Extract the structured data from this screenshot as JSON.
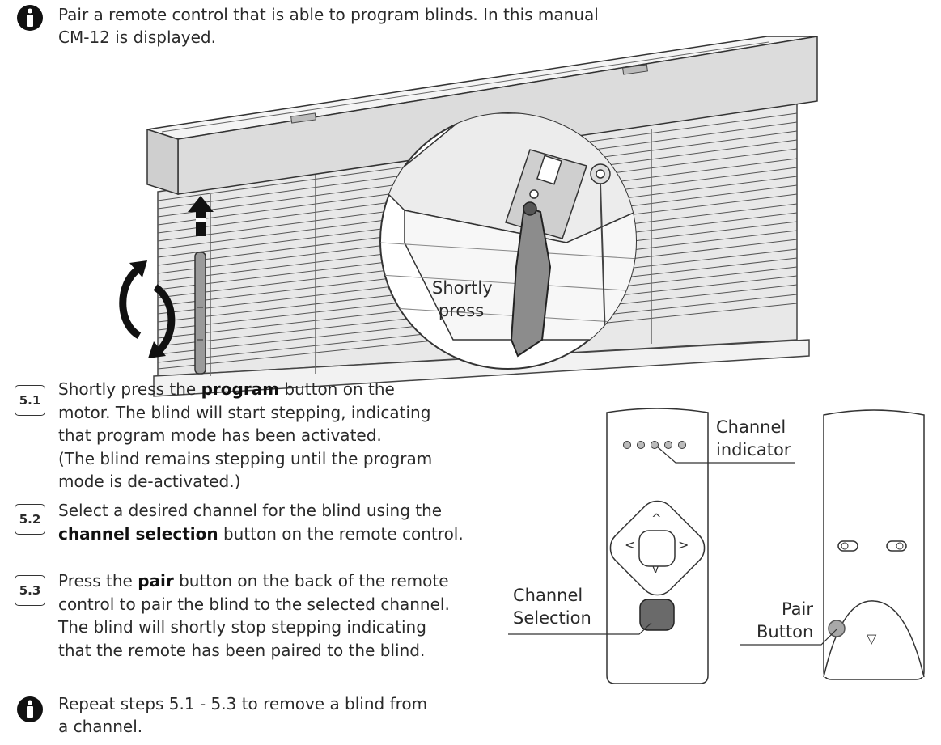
{
  "intro_note": {
    "line1": "Pair a remote control that is able to program blinds. In this manual",
    "line2": "CM-12 is displayed."
  },
  "zoom_label": {
    "line1": "Shortly",
    "line2": "press"
  },
  "steps": [
    {
      "number": "5.1",
      "pre": "Shortly press the ",
      "bold": "program",
      "post": " button on the",
      "lines": [
        "motor. The blind will start stepping, indicating",
        "that program mode has been activated.",
        "(The blind remains stepping until the program",
        "mode is de-activated.)"
      ]
    },
    {
      "number": "5.2",
      "line1": "Select a desired channel for the blind using the",
      "bold": "channel selection",
      "post": " button on the remote control."
    },
    {
      "number": "5.3",
      "pre": "Press the ",
      "bold": "pair",
      "post": " button on the back of the remote",
      "lines": [
        "control to pair the blind to the selected channel.",
        "The blind will shortly stop stepping indicating",
        "that the remote has been paired to the blind."
      ]
    }
  ],
  "remote_callouts": {
    "channel_indicator": {
      "line1": "Channel",
      "line2": "indicator"
    },
    "channel_selection": {
      "line1": "Channel",
      "line2": "Selection"
    },
    "pair_button": {
      "line1": "Pair",
      "line2": "Button"
    }
  },
  "remote_glyphs": {
    "up": "^",
    "down": "v",
    "left": "<",
    "right": ">",
    "back_down": "▽"
  },
  "footer_note": {
    "line1": "Repeat steps 5.1 - 5.3 to remove a blind from",
    "line2": "a channel."
  },
  "icons": {
    "info": "info-icon",
    "arrow_up": "arrow-up-icon",
    "rotate": "rotate-icon"
  }
}
